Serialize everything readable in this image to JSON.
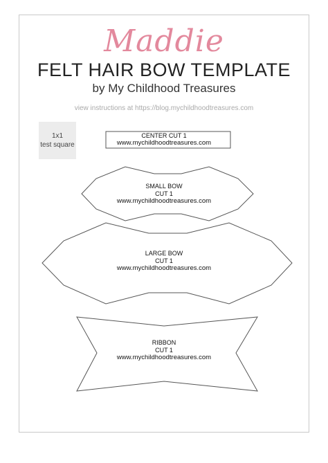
{
  "header": {
    "script_title": "Maddie",
    "main_title": "FELT HAIR BOW TEMPLATE",
    "subtitle": "by My Childhood Treasures",
    "instructions": "view instructions at https://blog.mychildhoodtreasures.com"
  },
  "test_square": {
    "line1": "1x1",
    "line2": "test square"
  },
  "pieces": {
    "center": {
      "name": "CENTER CUT 1",
      "url": "www.mychildhoodtreasures.com"
    },
    "small_bow": {
      "name": "SMALL BOW",
      "cut": "CUT 1",
      "url": "www.mychildhoodtreasures.com"
    },
    "large_bow": {
      "name": "LARGE BOW",
      "cut": "CUT 1",
      "url": "www.mychildhoodtreasures.com"
    },
    "ribbon": {
      "name": "RIBBON",
      "cut": "CUT 1",
      "url": "www.mychildhoodtreasures.com"
    }
  },
  "colors": {
    "script_title": "#e3899d",
    "outline": "#555555",
    "test_square_bg": "#ececec"
  }
}
